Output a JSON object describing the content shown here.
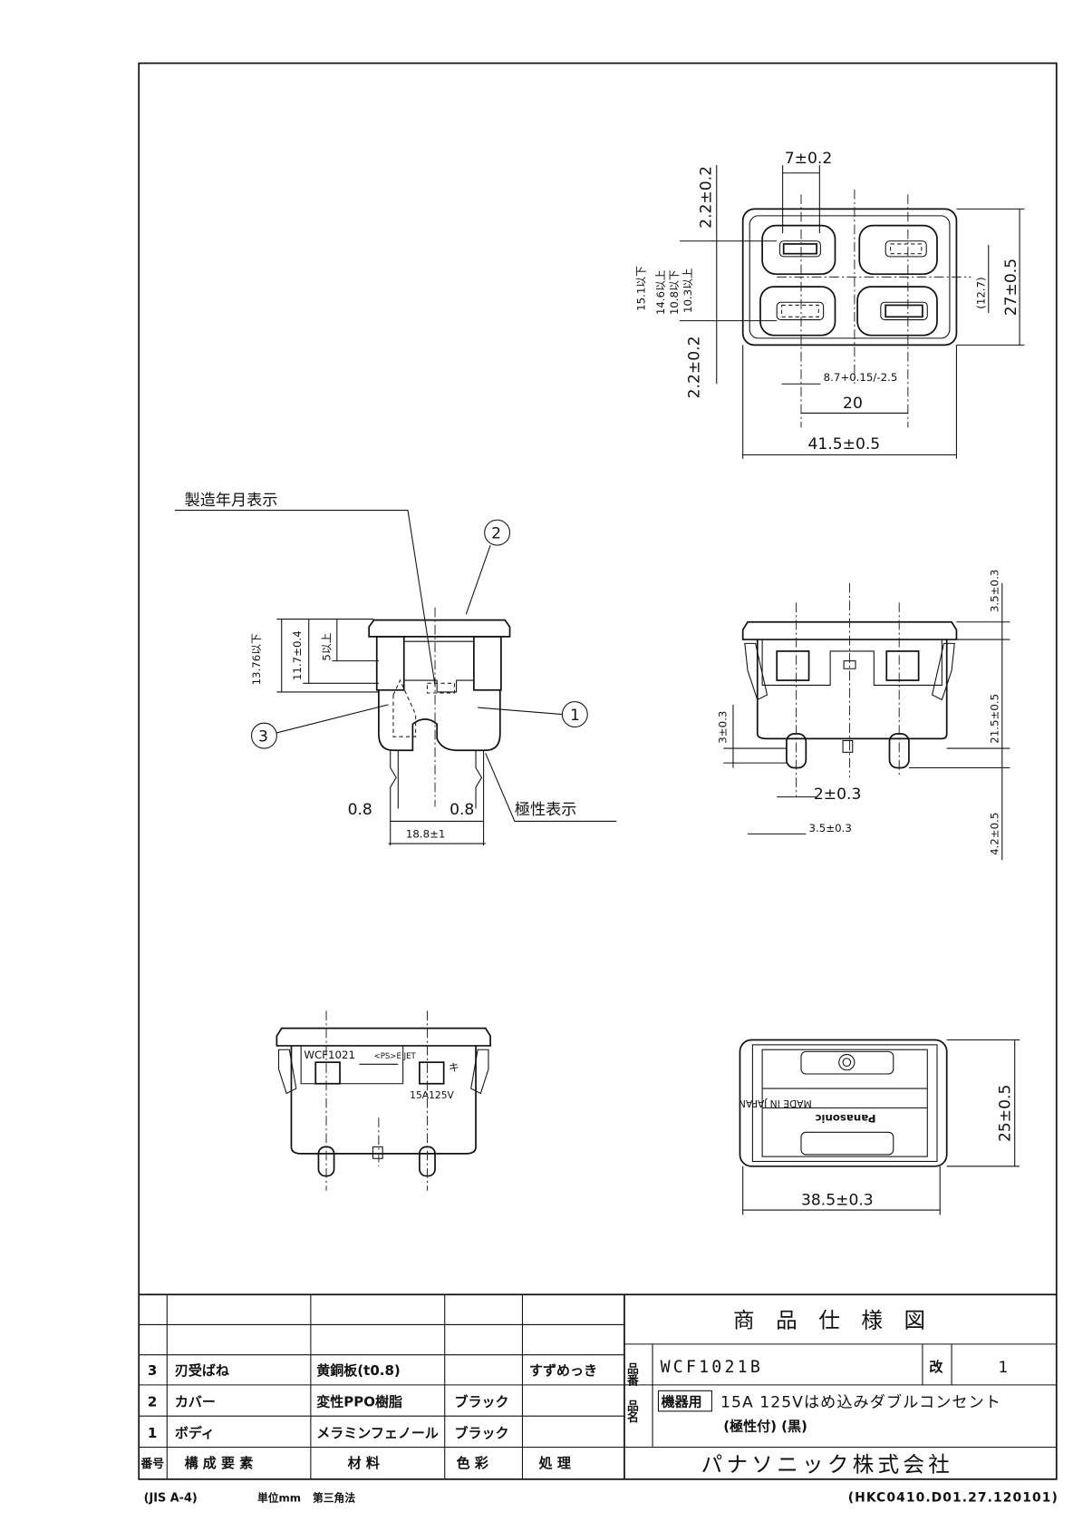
{
  "title_block": {
    "doc_type": "商品仕様図",
    "part_no_label": "品番",
    "part_no": "WCF1021B",
    "rev_label": "改",
    "rev": "1",
    "name_label": "品名",
    "name_tag": "機器用",
    "name_line1": "15A 125Vはめ込みダブルコンセント",
    "name_line2": "(極性付) (黒)",
    "company": "パナソニック株式会社"
  },
  "parts_table": {
    "headers": [
      "番号",
      "構 成 要 素",
      "材 料",
      "色 彩",
      "処 理"
    ],
    "rows": [
      {
        "no": "3",
        "component": "刃受ばね",
        "material": "黄銅板(t0.8)",
        "color": "",
        "finish": "すずめっき"
      },
      {
        "no": "2",
        "component": "カバー",
        "material": "変性PPO樹脂",
        "color": "ブラック",
        "finish": ""
      },
      {
        "no": "1",
        "component": "ボディ",
        "material": "メラミンフェノール",
        "color": "ブラック",
        "finish": ""
      }
    ]
  },
  "footer": {
    "left": "(JIS A-4)",
    "unit": "単位mm",
    "projection": "第三角法",
    "right": "(HKC0410.D01.27.120101)"
  },
  "top_view": {
    "dims": [
      "7±0.2",
      "2.2±0.2",
      "15.1以下",
      "14.6以上",
      "10.8以下",
      "10.3以上",
      "(12.7)",
      "27±0.5",
      "2.2±0.2",
      "8.7+0.15/-2.5",
      "20",
      "41.5±0.5"
    ]
  },
  "side_view": {
    "callout_date": "製造年月表示",
    "callout_polarity": "極性表示",
    "balloons": [
      "1",
      "2",
      "3"
    ],
    "dims": [
      "13.76以下",
      "11.7±0.4",
      "5以上",
      "0.8",
      "0.8",
      "18.8±1"
    ]
  },
  "front_view": {
    "dims": [
      "3.5±0.3",
      "21.5±0.5",
      "3±0.3",
      "2±0.3",
      "3.5±0.3",
      "4.2±0.5"
    ]
  },
  "bottom_left_view": {
    "markings": [
      "WCF1021",
      "<PS>E JET",
      "15A125V",
      "キ"
    ]
  },
  "bottom_right_view": {
    "markings": [
      "MADE IN JAPAN",
      "Panasonic"
    ],
    "dims": [
      "25±0.5",
      "38.5±0.3"
    ]
  }
}
